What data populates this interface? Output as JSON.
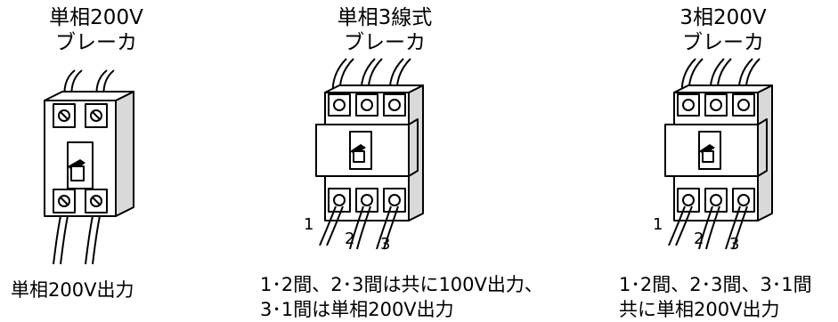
{
  "breakers": [
    {
      "title": [
        "単相200V",
        "ブレーカ"
      ],
      "caption": [
        "単相200V出力"
      ],
      "terminal_labels": []
    },
    {
      "title": [
        "単相3線式",
        "ブレーカ"
      ],
      "caption": [
        "1･2間、2･3間は共に100V出力、",
        "3･1間は単相200V出力"
      ],
      "terminal_labels": [
        "1",
        "2",
        "3"
      ]
    },
    {
      "title": [
        "3相200V",
        "ブレーカ"
      ],
      "caption": [
        "1･2間、2･3間、3･1間",
        "共に単相200V出力"
      ],
      "terminal_labels": [
        "1",
        "2",
        "3"
      ]
    }
  ]
}
